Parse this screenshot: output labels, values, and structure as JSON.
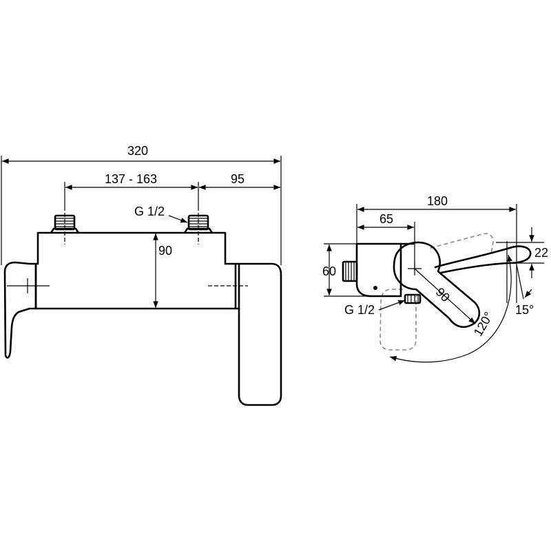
{
  "front_view": {
    "overall_width": "320",
    "inlet_spacing": "137 - 163",
    "right_offset": "95",
    "height": "90",
    "thread": "G 1/2"
  },
  "side_view": {
    "depth": "180",
    "axis_offset": "65",
    "body_height": "60",
    "top_offset": "22",
    "thread": "G 1/2",
    "lever_length": "90",
    "angle_down": "120°",
    "angle_up": "15°"
  }
}
